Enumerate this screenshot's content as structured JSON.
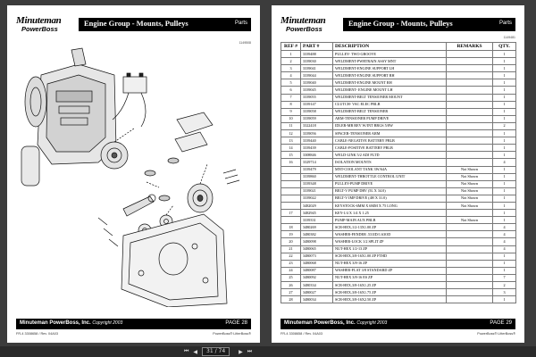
{
  "left_page": {
    "logo_line1": "Minuteman",
    "logo_line2": "PowerBoss",
    "title": "Engine Group - Mounts, Pulleys",
    "tab": "Parts",
    "figure_number": "1149508",
    "footer_company": "Minuteman PowerBoss, Inc.",
    "footer_copyright": "Copyright 2003",
    "footer_page": "PAGE 28",
    "sub_left": "FR-4 3308658 / Rev. 04A03",
    "sub_right": "PowerBoss® LitterBoss®"
  },
  "right_page": {
    "logo_line1": "Minuteman",
    "logo_line2": "PowerBoss",
    "title": "Engine Group - Mounts, Pulleys",
    "tab": "Parts",
    "figure_number": "1149481",
    "columns": [
      "REF #",
      "PART #",
      "DESCRIPTION",
      "REMARKS",
      "QTY."
    ],
    "rows": [
      [
        "1",
        "3339488",
        "PULLEY- TWO GROOVE",
        "",
        "1"
      ],
      [
        "2",
        "3339030",
        "WELDMENT-PWRTRAIN ASSY MNT",
        "",
        "1"
      ],
      [
        "3",
        "3339041",
        "WELDMENT-ENGINE SUPPORT LH",
        "",
        "1"
      ],
      [
        "4",
        "3339044",
        "WELDMENT-ENGINE SUPPORT RH",
        "",
        "1"
      ],
      [
        "5",
        "3339040",
        "WELDMENT-ENGINE MOUNT RH",
        "",
        "1"
      ],
      [
        "6",
        "3339045",
        "WELDMENT- ENGINE MOUNT LH",
        "",
        "1"
      ],
      [
        "7",
        "3339055",
        "WELDMENT-BELT TENSIONER MOUNT",
        "",
        "1"
      ],
      [
        "8",
        "3339147",
        "CLUTCH- VAC ELEC PBLB",
        "",
        "1"
      ],
      [
        "9",
        "3339058",
        "WELDMENT-BELT TENSIONER",
        "",
        "1"
      ],
      [
        "10",
        "3339059",
        "ARM-TENSIONER PUMP DRIVE",
        "",
        "1"
      ],
      [
        "11",
        "3322418",
        "IDLER-MB REV W/INT BRGS 5/8W",
        "",
        "2"
      ],
      [
        "12",
        "3339056",
        "SPACER-TENSIONER ARM",
        "",
        "1"
      ],
      [
        "13",
        "3339440",
        "CABLE-NEGATIVE BATTERY PBLB",
        "",
        "1"
      ],
      [
        "14",
        "3339439",
        "CABLE-POSITIVE BATTERY PBLB",
        "",
        "1"
      ],
      [
        "15",
        "3308846",
        "WELD-LINK 5/2 ADJ FLTD",
        "",
        "1"
      ],
      [
        "16",
        "3329714",
        "ISOLATION MOUNTS",
        "",
        "4"
      ],
      [
        "",
        "3339479",
        "MNT-COOLANT TANK 3W/64A",
        "Not Shown",
        "1"
      ],
      [
        "",
        "3339860",
        "WELDMENT-THROTTLE CONTROL UNIT",
        "Not Shown",
        "1"
      ],
      [
        "",
        "3339348",
        "PULLEY-PUMP DRIVE",
        "Not Shown",
        "1"
      ],
      [
        "",
        "3339021",
        "BELT-V PUMP DRV (5L X 34.0)",
        "Not Shown",
        "1"
      ],
      [
        "",
        "3339022",
        "BELT-V IMP DRIVE (4H X 31.0)",
        "Not Shown",
        "1"
      ],
      [
        "",
        "3482029",
        "KEYSTOCK-6MM X 6MM X 75 LONG",
        "Not Shown",
        "1"
      ],
      [
        "17",
        "3482945",
        "KEY-1/4 X 1/4 X 1.25",
        "",
        "1"
      ],
      [
        "",
        "3339331",
        "PUMP-MAIN AUX PBLB",
        "Not Shown",
        "1"
      ],
      [
        "18",
        "3480269",
        "SCR-HEX,1/2-13X1.00 ZP",
        "",
        "4"
      ],
      [
        "19",
        "3480382",
        "WASHER-FENDER .531ID/1.63OD",
        "",
        "4"
      ],
      [
        "20",
        "3480098",
        "WASHER-LOCK 1/2 SPLIT ZP",
        "",
        "4"
      ],
      [
        "21",
        "3480065",
        "NUT-HEX 1/2-13 ZP",
        "",
        "4"
      ],
      [
        "22",
        "3480073",
        "SCR-HEX,3/8-16X1.00 ZP FTHD",
        "",
        "1"
      ],
      [
        "23",
        "3480068",
        "NUT-HEX 3/8-16 ZP",
        "",
        "1"
      ],
      [
        "24",
        "3480087",
        "WASHER-FLAT 3/8 STANDARD ZP",
        "",
        "1"
      ],
      [
        "25",
        "3480092",
        "NUT-HEX 3/8-16 ES ZP",
        "",
        "7"
      ],
      [
        "26",
        "3480334",
        "SCR-HEX,3/8-16X1.25 ZP",
        "",
        "2"
      ],
      [
        "27",
        "3480027",
        "SCR-HEX,3/8-16X1.75 ZP",
        "",
        "3"
      ],
      [
        "28",
        "3480034",
        "SCR-HEX,3/8-16X2.50 ZP",
        "",
        "1"
      ]
    ],
    "footer_company": "Minuteman PowerBoss, Inc.",
    "footer_copyright": "Copyright 2003",
    "footer_page": "PAGE 29",
    "sub_left": "FR-4 3308658 / Rev. 04A03",
    "sub_right": "PowerBoss® LitterBoss®"
  },
  "viewer": {
    "page_box": "31 / 74"
  },
  "colors": {
    "background": "#3c3c3c",
    "title_bar": "#000000",
    "page": "#ffffff"
  }
}
